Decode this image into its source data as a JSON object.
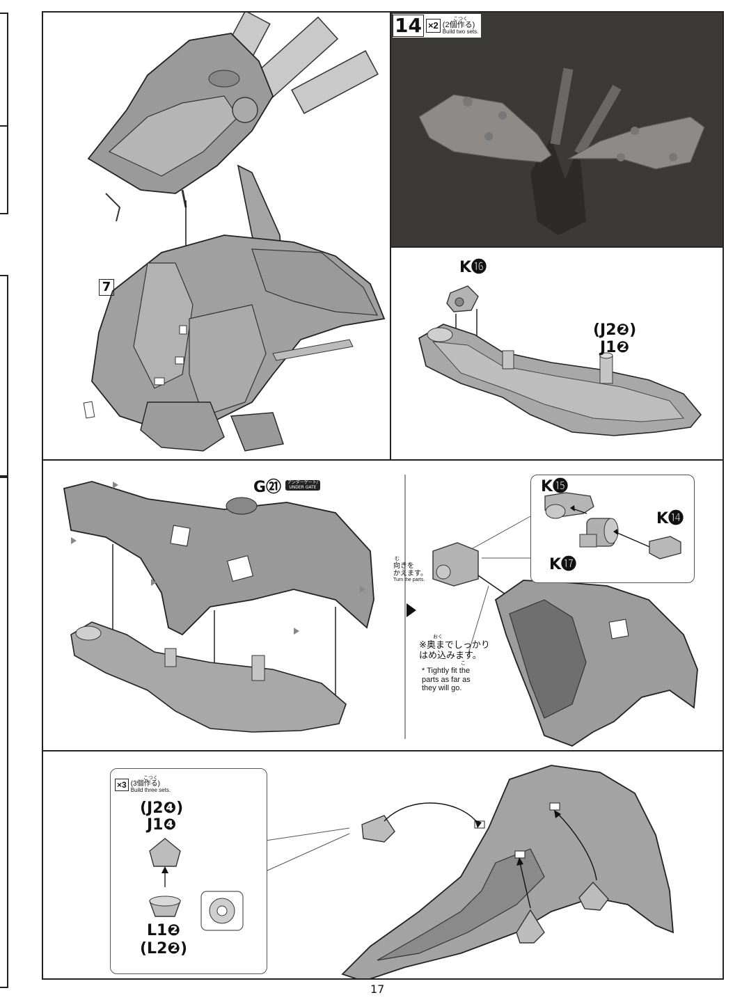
{
  "page_number": "17",
  "step14": {
    "number": "14",
    "multiplier": "×2",
    "jp_note": "(2個作る)",
    "ruby": "こつく",
    "en_note": "Build two sets."
  },
  "step7_ref": "7",
  "parts": {
    "k16": "K⓰",
    "j2_2": "(J2❷)",
    "j1_2": "J1❷",
    "g21": "G㉑",
    "under_gate": "アンダーゲート/\nUNDER GATE",
    "k15": "K⓯",
    "k14": "K⓮",
    "k17": "K⓱",
    "j2_4": "(J2❹)",
    "j1_4": "J1❹",
    "l1_2": "L1❷",
    "l2_2": "(L2❷)"
  },
  "turn_note": {
    "ruby": "む",
    "jp": "向きを\nかえます。",
    "en": "Turn the parts."
  },
  "fit_note": {
    "ruby": "おく",
    "jp": "※奥までしっかり\nはめ込みます。",
    "ruby2": "こ",
    "en": "* Tightly fit the\nparts as far as\nthey will go."
  },
  "x3_box": {
    "multiplier": "×3",
    "jp_note": "(3個作る)",
    "ruby": "こつく",
    "en_note": "Build three sets."
  }
}
